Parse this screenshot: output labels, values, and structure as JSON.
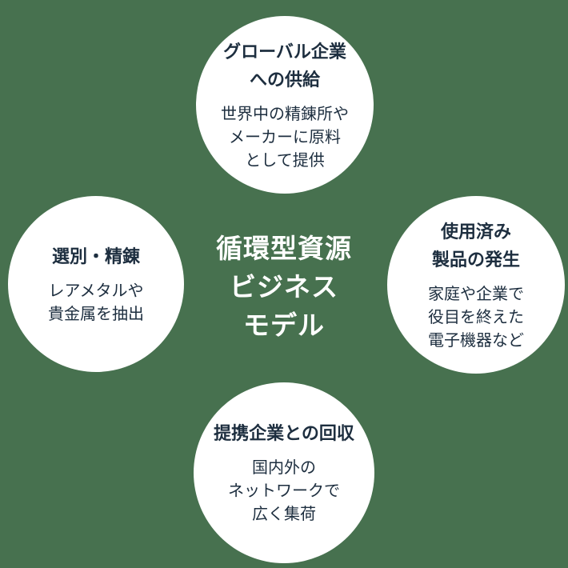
{
  "colors": {
    "background": "#47714F",
    "circle_fill": "#FFFFFF",
    "text_navy": "#1D2E3F",
    "center_text": "#FFFFFF"
  },
  "center": {
    "title": "循環型資源\nビジネス\nモデル"
  },
  "circles": {
    "top": {
      "title": "グローバル企業\nへの供給",
      "body": "世界中の精錬所や\nメーカーに原料\nとして提供"
    },
    "right": {
      "title": "使用済み\n製品の発生",
      "body": "家庭や企業で\n役目を終えた\n電子機器など"
    },
    "bottom": {
      "title": "提携企業との回収",
      "body": "国内外の\nネットワークで\n広く集荷"
    },
    "left": {
      "title": "選別・精錬",
      "body": "レアメタルや\n貴金属を抽出"
    }
  }
}
